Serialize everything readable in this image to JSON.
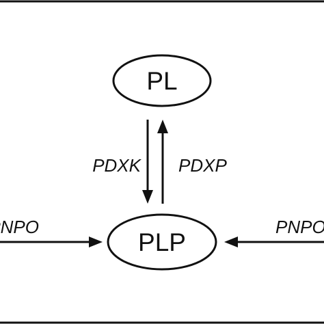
{
  "nodes": {
    "pl": {
      "label": "PL"
    },
    "plp": {
      "label": "PLP"
    }
  },
  "edges": {
    "pdxk": {
      "label": "PDXK",
      "from": "PL",
      "to": "PLP"
    },
    "pdxp": {
      "label": "PDXP",
      "from": "PLP",
      "to": "PL"
    },
    "pnpo_left": {
      "label": "PNPO",
      "to": "PLP"
    },
    "pnpo_right": {
      "label": "PNPO",
      "to": "PLP"
    }
  },
  "colors": {
    "stroke": "#111111",
    "background": "#ffffff"
  }
}
